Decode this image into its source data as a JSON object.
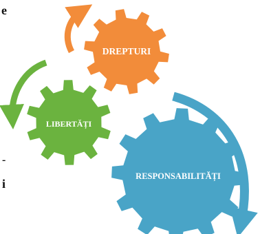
{
  "gears": {
    "drepturi": {
      "label": "DREPTURI",
      "color": "#F28C3A"
    },
    "libertati": {
      "label": "LIBERTĂȚI",
      "color": "#6BB33F"
    },
    "responsabilitati": {
      "label": "RESPONSABILITĂȚI",
      "color": "#49A4C7"
    }
  },
  "text_fragments": {
    "top_left": "e",
    "mid_left": "-",
    "bottom_left": "i"
  },
  "arrow_colors": {
    "orange": "#F28C3A",
    "green": "#6BB33F",
    "blue": "#49A4C7"
  }
}
